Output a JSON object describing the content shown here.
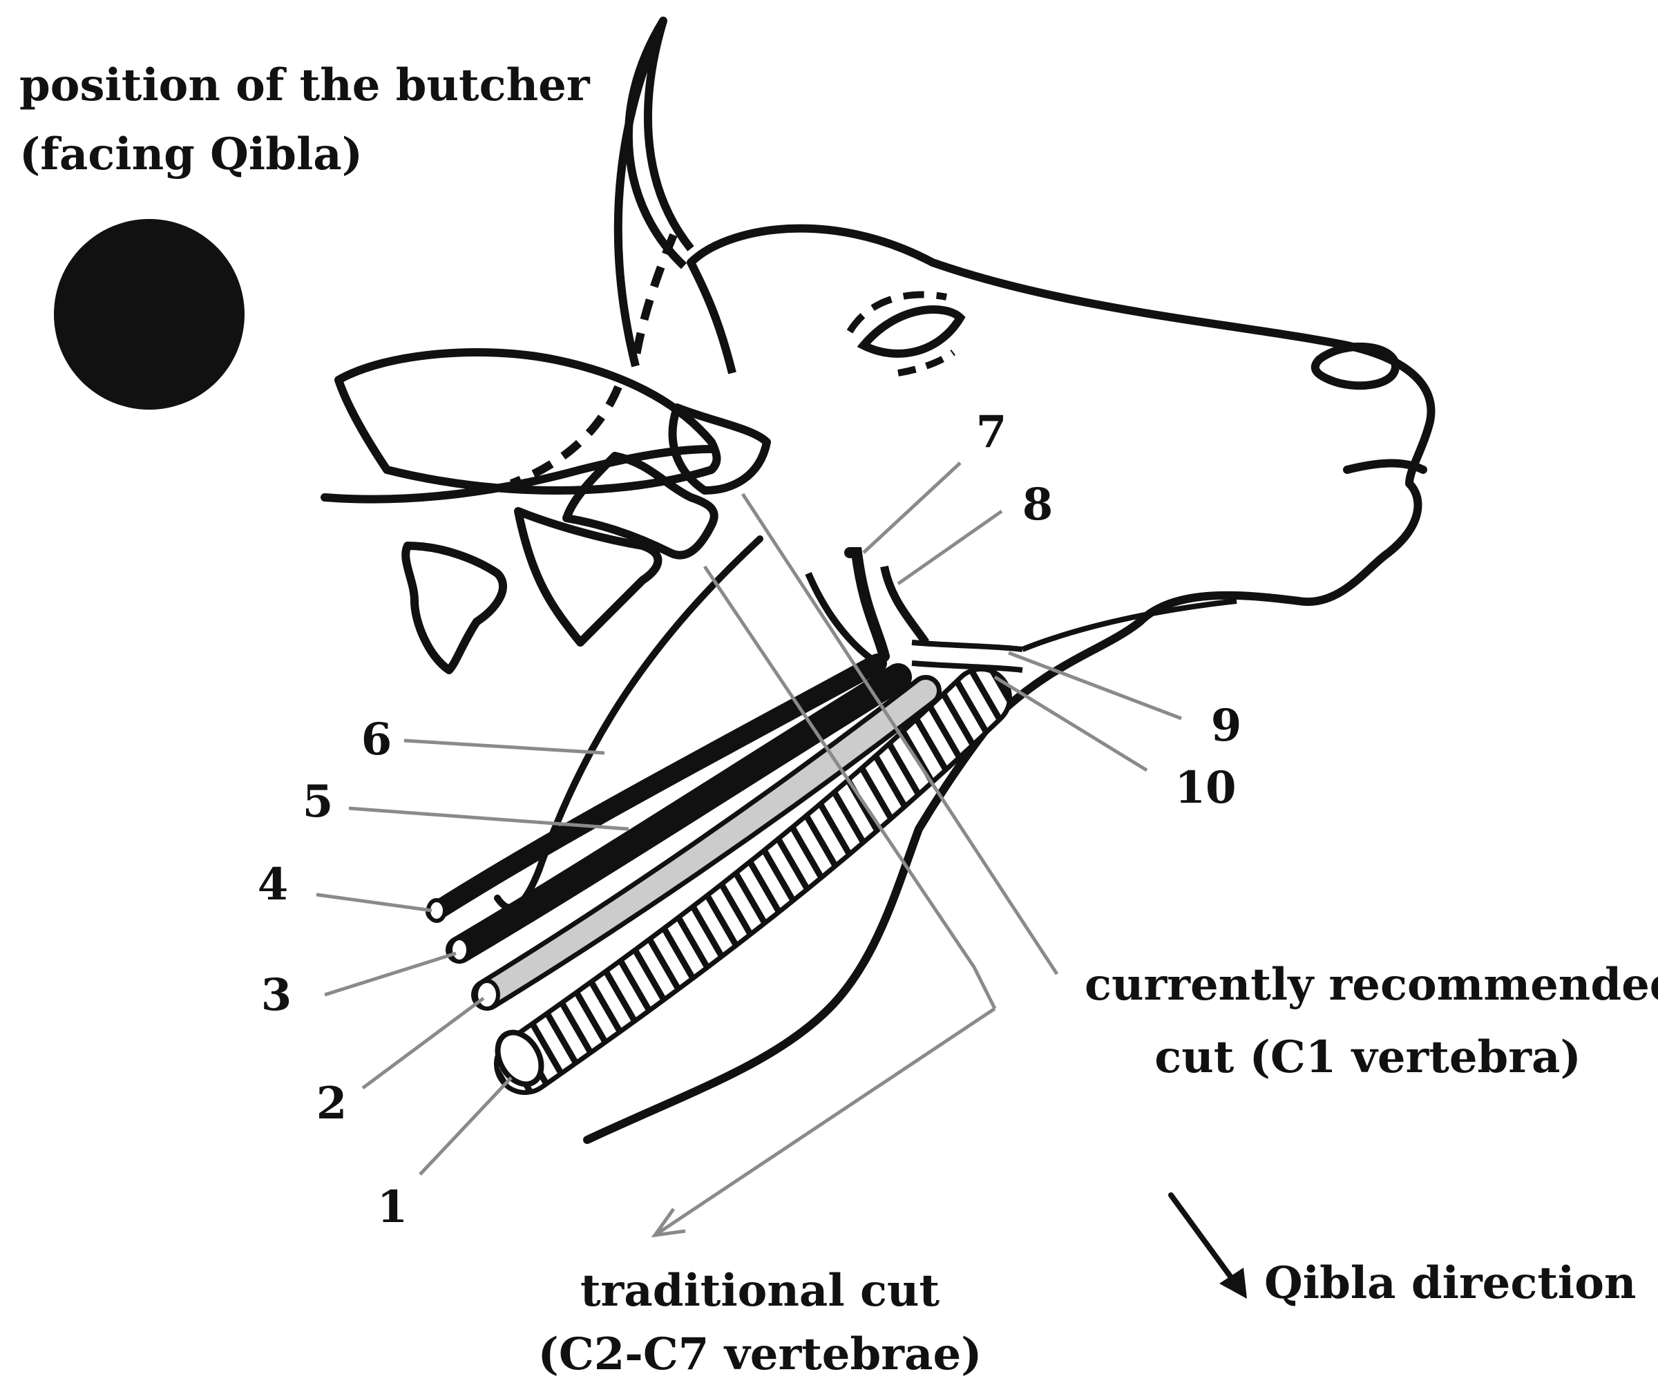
{
  "butcher_position": {
    "line1": "position of the butcher",
    "line2": "(facing Qibla)"
  },
  "parts": [
    {
      "id": "1",
      "label": "1"
    },
    {
      "id": "2",
      "label": "2"
    },
    {
      "id": "3",
      "label": "3"
    },
    {
      "id": "4",
      "label": "4"
    },
    {
      "id": "5",
      "label": "5"
    },
    {
      "id": "6",
      "label": "6"
    },
    {
      "id": "7",
      "label": "7"
    },
    {
      "id": "8",
      "label": "8"
    },
    {
      "id": "9",
      "label": "9"
    },
    {
      "id": "10",
      "label": "10"
    }
  ],
  "cuts": {
    "recommended": {
      "line1": "currently recommended",
      "line2": "cut (C1 vertebra)"
    },
    "traditional": {
      "line1": "traditional cut",
      "line2": "(C2-C7 vertebrae)"
    }
  },
  "qibla": {
    "label": "Qibla direction"
  },
  "colors": {
    "ink": "#111111",
    "leader": "#8a8a8a",
    "tube_fill": "#cccccc"
  }
}
